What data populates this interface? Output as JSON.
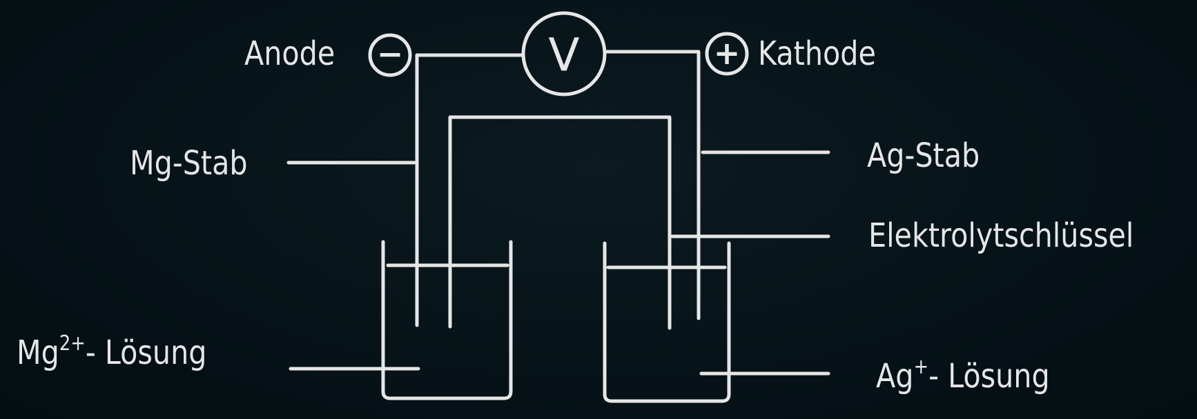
{
  "terminals": {
    "anode": "Anode",
    "kathode": "Kathode",
    "minus_symbol": "−",
    "plus_symbol": "+",
    "voltmeter_symbol": "V"
  },
  "labels": {
    "mg_stab": "Mg-Stab",
    "ag_stab": "Ag-Stab",
    "elektrolytschluessel": "Elektrolytschlüssel",
    "mg_solution_base": "Mg",
    "mg_solution_charge": "2+",
    "mg_solution_suffix": "- Lösung",
    "ag_solution_base": "Ag",
    "ag_solution_charge": "+",
    "ag_solution_suffix": "- Lösung"
  },
  "colors": {
    "background": "#061419",
    "line": "#e6e6e6"
  }
}
